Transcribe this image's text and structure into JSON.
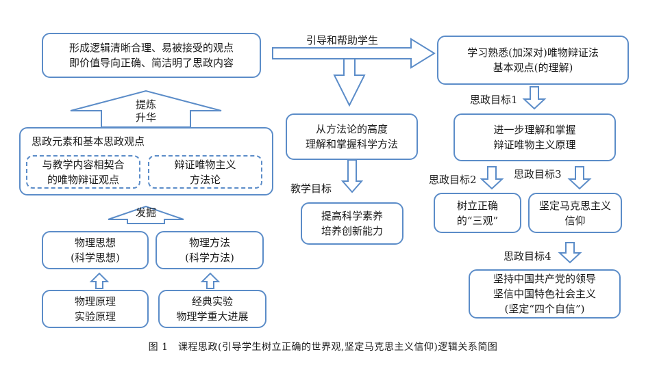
{
  "boxes": {
    "form_viewpoint": [
      "形成逻辑清晰合理、易被接受的观点",
      "即价值导向正确、简洁明了思政内容"
    ],
    "learn_basics": [
      "学习熟悉(加深对)唯物辩证法",
      "基本观点(的理解)"
    ],
    "methodology": [
      "从方法论的高度",
      "理解和掌握科学方法"
    ],
    "literacy": [
      "提高科学素养",
      "培养创新能力"
    ],
    "understand_principles": [
      "进一步理解和掌握",
      "辩证唯物主义原理"
    ],
    "three_views": [
      "树立正确",
      "的“三观”"
    ],
    "marxism": [
      "坚定马克思主义",
      "信仰"
    ],
    "party": [
      "坚持中国共产党的领导",
      "坚信中国特色社会主义",
      "(坚定“四个自信”)"
    ],
    "physics_thought": [
      "物理思想",
      "(科学思想)"
    ],
    "physics_method": [
      "物理方法",
      "(科学方法)"
    ],
    "physics_principle": [
      "物理原理",
      "实验原理"
    ],
    "classic_exp": [
      "经典实验",
      "物理学重大进展"
    ]
  },
  "group": {
    "title": "思政元素和基本思政观点",
    "left": [
      "与教学内容相契合",
      "的唯物辩证观点"
    ],
    "right": [
      "辩证唯物主义",
      "方法论"
    ]
  },
  "arrows": {
    "refine": [
      "提炼",
      "升华"
    ],
    "dig": "发掘"
  },
  "labels": {
    "guide": "引导和帮助学生",
    "teach_goal": "教学目标",
    "goal1": "思政目标1",
    "goal2": "思政目标2",
    "goal3": "思政目标3",
    "goal4": "思政目标4"
  },
  "caption": "图 1　课程思政(引导学生树立正确的世界观,坚定马克思主义信仰)逻辑关系简图",
  "colors": {
    "border": "#5b8cc8",
    "text": "#1a1a1a"
  }
}
